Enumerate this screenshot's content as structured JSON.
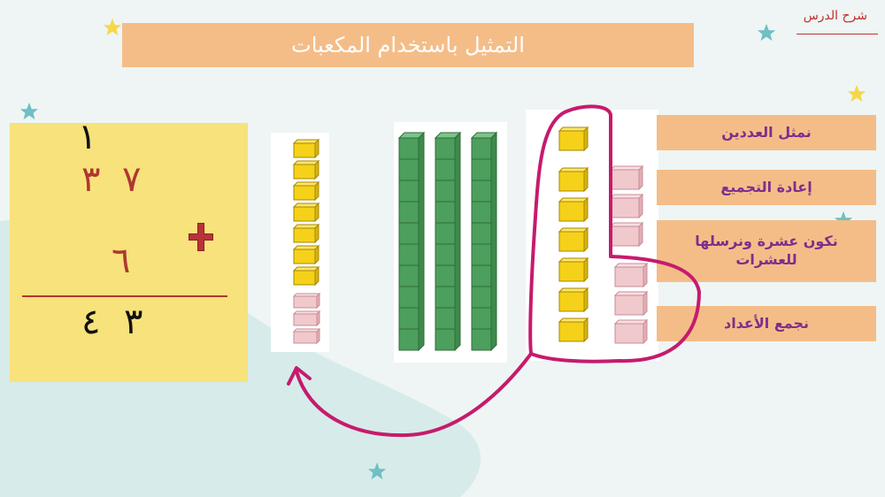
{
  "title": "التمثيل باستخدام المكعبات",
  "lesson_label": "شرح الدرس",
  "calculation": {
    "carry": "١",
    "first_number": [
      "٣",
      "٧"
    ],
    "second_number": "٦",
    "result": [
      "٤",
      "٣"
    ],
    "operator_icon": "plus-icon"
  },
  "steps": [
    "نمثل العددين",
    "إعادة التجميع",
    "نكون عشرة ونرسلها للعشرات",
    "نجمع الأعداد"
  ],
  "colors": {
    "title_bg": "#f4bd88",
    "step_text": "#7b2f8c",
    "unit_cube": "#f5d11a",
    "ten_rod": "#4c9f5c",
    "pink_cube": "#f0c9cd",
    "annotation": "#c61b6d",
    "card": "#f7e27b"
  }
}
